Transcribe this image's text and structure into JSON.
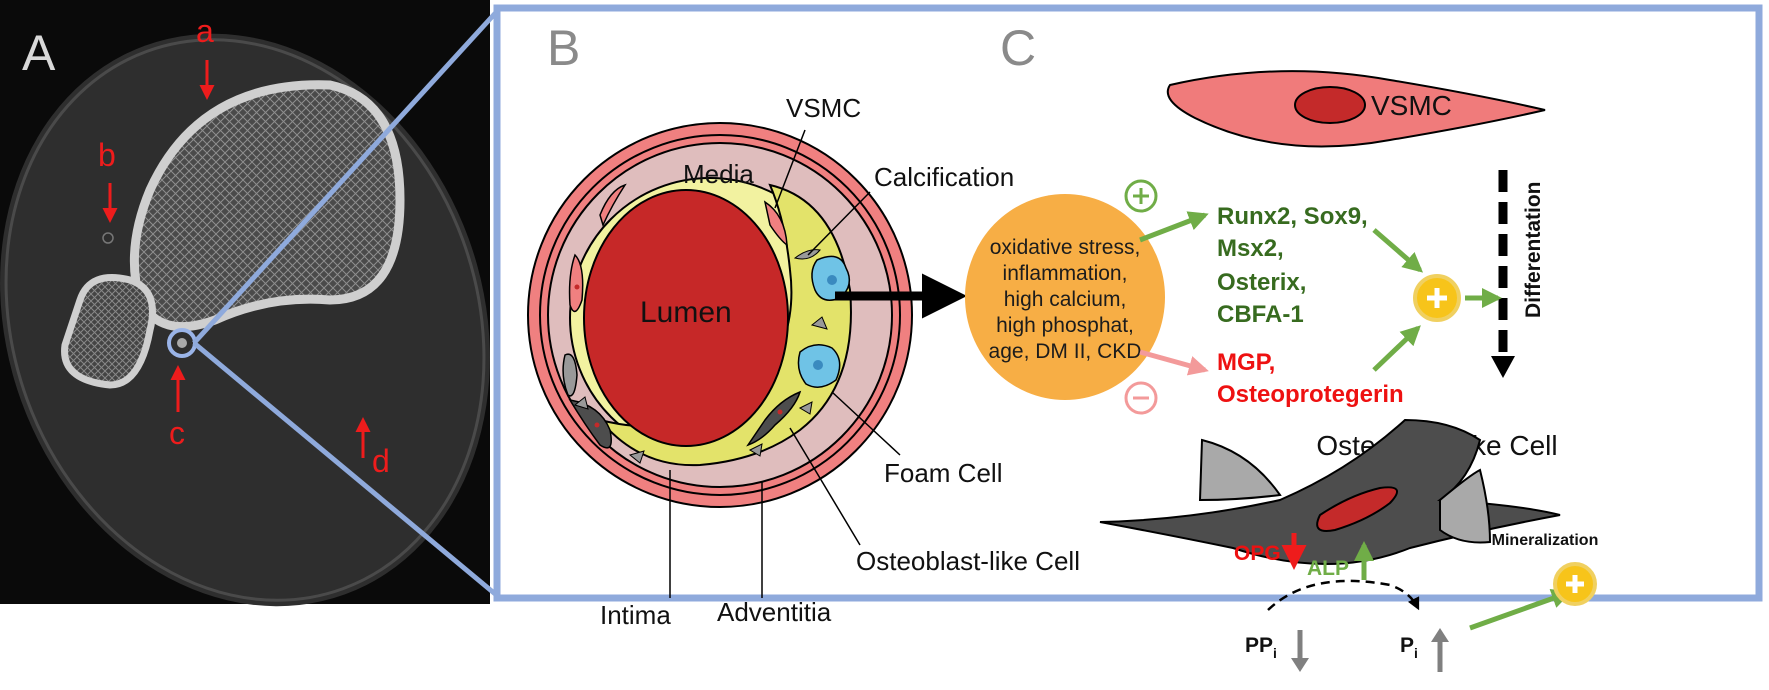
{
  "panels": {
    "a": "A",
    "b": "B",
    "c": "C"
  },
  "panel_a": {
    "markers": [
      "a",
      "b",
      "c",
      "d"
    ]
  },
  "panel_b": {
    "lumen": "Lumen",
    "media": "Media",
    "vsmc": "VSMC",
    "calcification": "Calcification",
    "foam_cell": "Foam Cell",
    "osteoblast_like_cell": "Osteoblast-like Cell",
    "intima": "Intima",
    "adventitia": "Adventitia"
  },
  "panel_c": {
    "vsmc": "VSMC",
    "differentiation": "Differentation",
    "factors": [
      "oxidative stress,",
      "inflammation,",
      "high calcium,",
      "high phosphat,",
      "age, DM II, CKD"
    ],
    "plus_symbol": "+",
    "minus_symbol": "−",
    "promoters": [
      "Runx2, Sox9,",
      "Msx2,",
      "Osterix,",
      "CBFA-1"
    ],
    "inhibitors": [
      "MGP,",
      "Osteoprotegerin"
    ],
    "osteoblast_label": "Osteoblast-like Cell",
    "opg": "OPG",
    "alp": "ALP",
    "ppi": "PP",
    "ppi_sub": "i",
    "pi": "P",
    "pi_sub": "i",
    "mineralization": "Mineralization"
  },
  "colors": {
    "frame": "#8faadc",
    "vsmc_fill": "#f07b7b",
    "nucleus": "#c42a2a",
    "lumen": "#c62828",
    "media": "#dfbdbd",
    "intima": "#e3e36a",
    "orange": "#f7ae45",
    "green_arrow": "#70ad47",
    "green_text": "#376b1f",
    "red_text": "#ee1111",
    "yellow_circle": "#f7c41a",
    "dark_cell": "#4d4d4d",
    "foam": "#6fc3e6"
  }
}
